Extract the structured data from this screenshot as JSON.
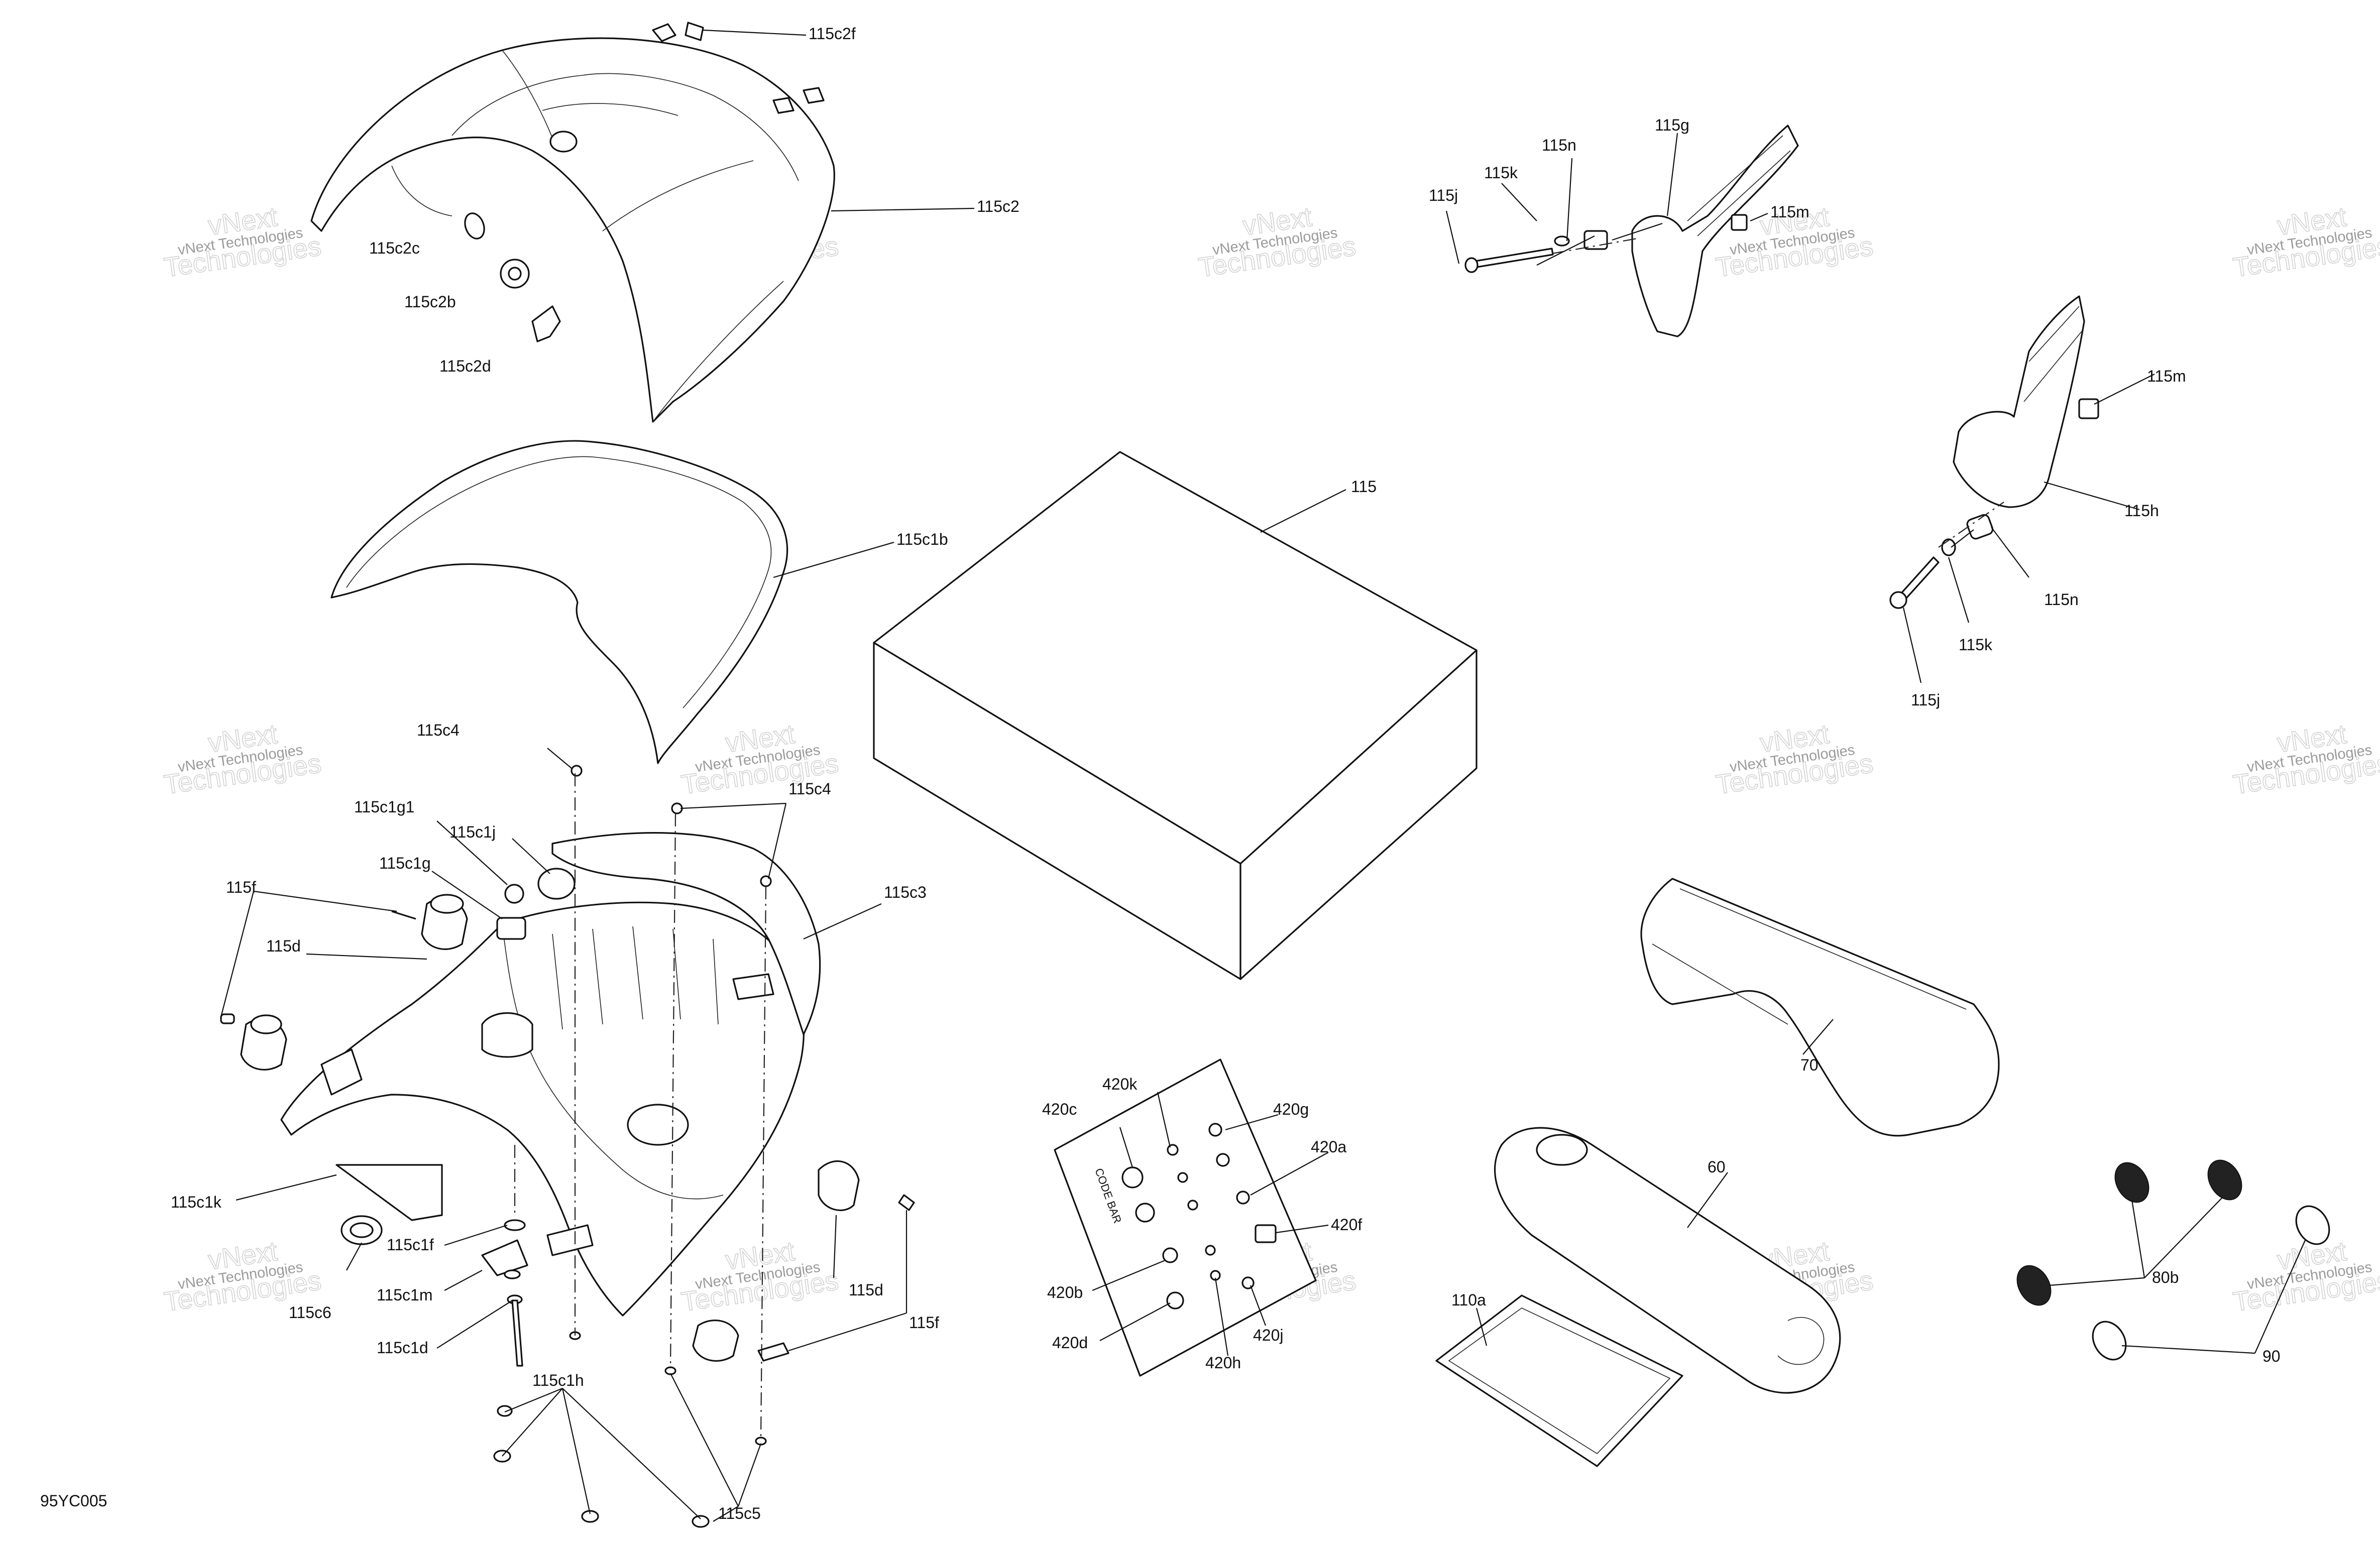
{
  "diagram": {
    "drawing_code": "95YC005",
    "watermark": {
      "line1": "vNext Technologies",
      "line2": "vNext",
      "line3": "Technologies"
    },
    "plaque_text": "CODE BAR",
    "callouts": [
      "115c2f",
      "115c2",
      "115c2c",
      "115c2b",
      "115c2d",
      "115c1b",
      "115",
      "115n",
      "115g",
      "115k",
      "115j",
      "115m",
      "115m",
      "115h",
      "115n",
      "115k",
      "115j",
      "115c4",
      "115c4",
      "115c1g1",
      "115c1j",
      "115c1g",
      "115f",
      "115d",
      "115c3",
      "115c1k",
      "115c1f",
      "115c6",
      "115c1m",
      "115c1d",
      "115c1h",
      "115c5",
      "115d",
      "115f",
      "420k",
      "420c",
      "420g",
      "420a",
      "420f",
      "420b",
      "420d",
      "420h",
      "420j",
      "70",
      "60",
      "110a",
      "80b",
      "90"
    ]
  }
}
